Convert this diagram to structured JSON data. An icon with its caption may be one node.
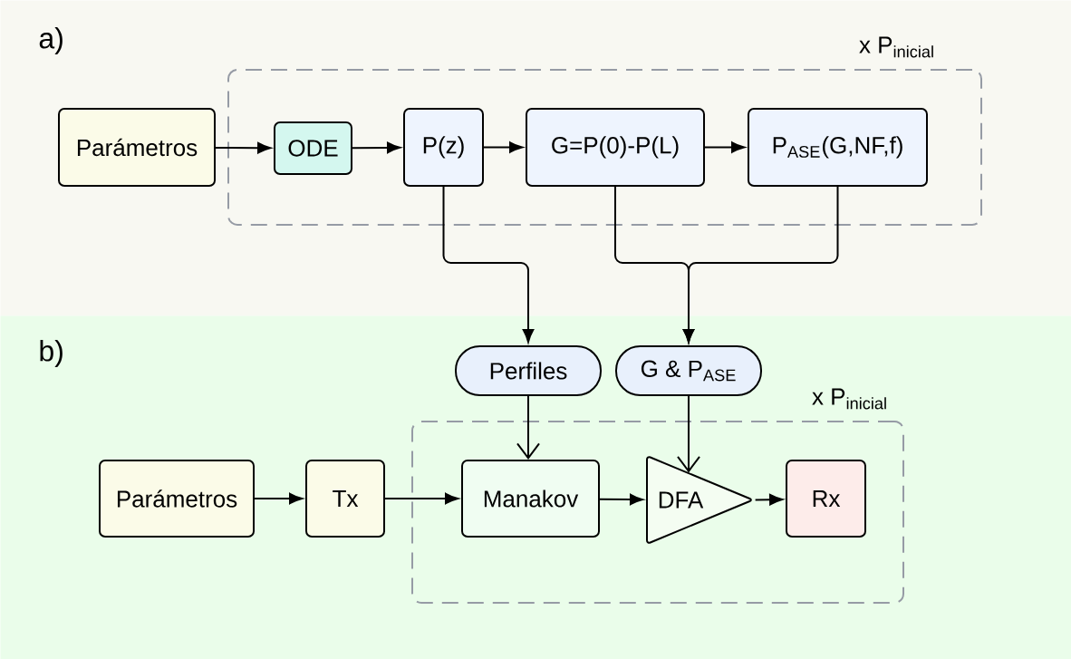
{
  "diagram": {
    "nodes": [
      {
        "text": [
          "a)"
        ]
      },
      {
        "text": [
          "x P$_{inicial}$"
        ],
        "in": 0
      },
      {
        "text": [
          "Parámetros"
        ],
        "in": 0
      },
      {
        "text": [
          "ODE"
        ],
        "in": 1
      },
      {
        "text": [
          "P(z)"
        ],
        "in": 1
      },
      {
        "text": [
          "G=P(0)-P(L)"
        ],
        "in": 1
      },
      {
        "text": [
          "P$_{ASE}$(G,NF,f)"
        ],
        "in": 1
      },
      {
        "text": [
          "b)"
        ]
      },
      {
        "text": [
          "Perfiles"
        ],
        "in": 7
      },
      {
        "text": [
          "G & P$_{ASE}$"
        ],
        "in": 7
      },
      {
        "text": [
          "x P$_{inicial}$"
        ],
        "in": 7
      },
      {
        "text": [
          "Parámetros"
        ],
        "in": 7
      },
      {
        "text": [
          "Tx"
        ],
        "in": 7
      },
      {
        "text": [
          "Manakov"
        ],
        "in": 10
      },
      {
        "text": [
          "DFA"
        ],
        "in": 10
      },
      {
        "text": [
          "Rx"
        ],
        "in": 10
      }
    ],
    "edges": [
      {
        "from": 2,
        "to": 3,
        "arrow": "to"
      },
      {
        "from": 3,
        "to": 4,
        "arrow": "to"
      },
      {
        "from": 4,
        "to": 5,
        "arrow": "to"
      },
      {
        "from": 5,
        "to": 6,
        "arrow": "to"
      },
      {
        "from": 4,
        "to": 8,
        "arrow": "to"
      },
      {
        "from": 5,
        "to": 9,
        "arrow": "to"
      },
      {
        "from": 6,
        "to": 9,
        "arrow": "to"
      },
      {
        "from": 11,
        "to": 12,
        "arrow": "to"
      },
      {
        "from": 12,
        "to": 13,
        "arrow": "to"
      },
      {
        "from": 13,
        "to": 14,
        "arrow": "to"
      },
      {
        "from": 14,
        "to": 15,
        "arrow": "to"
      },
      {
        "from": 8,
        "to": 13,
        "arrow": "to"
      },
      {
        "from": 9,
        "to": 14,
        "arrow": "to"
      }
    ]
  }
}
